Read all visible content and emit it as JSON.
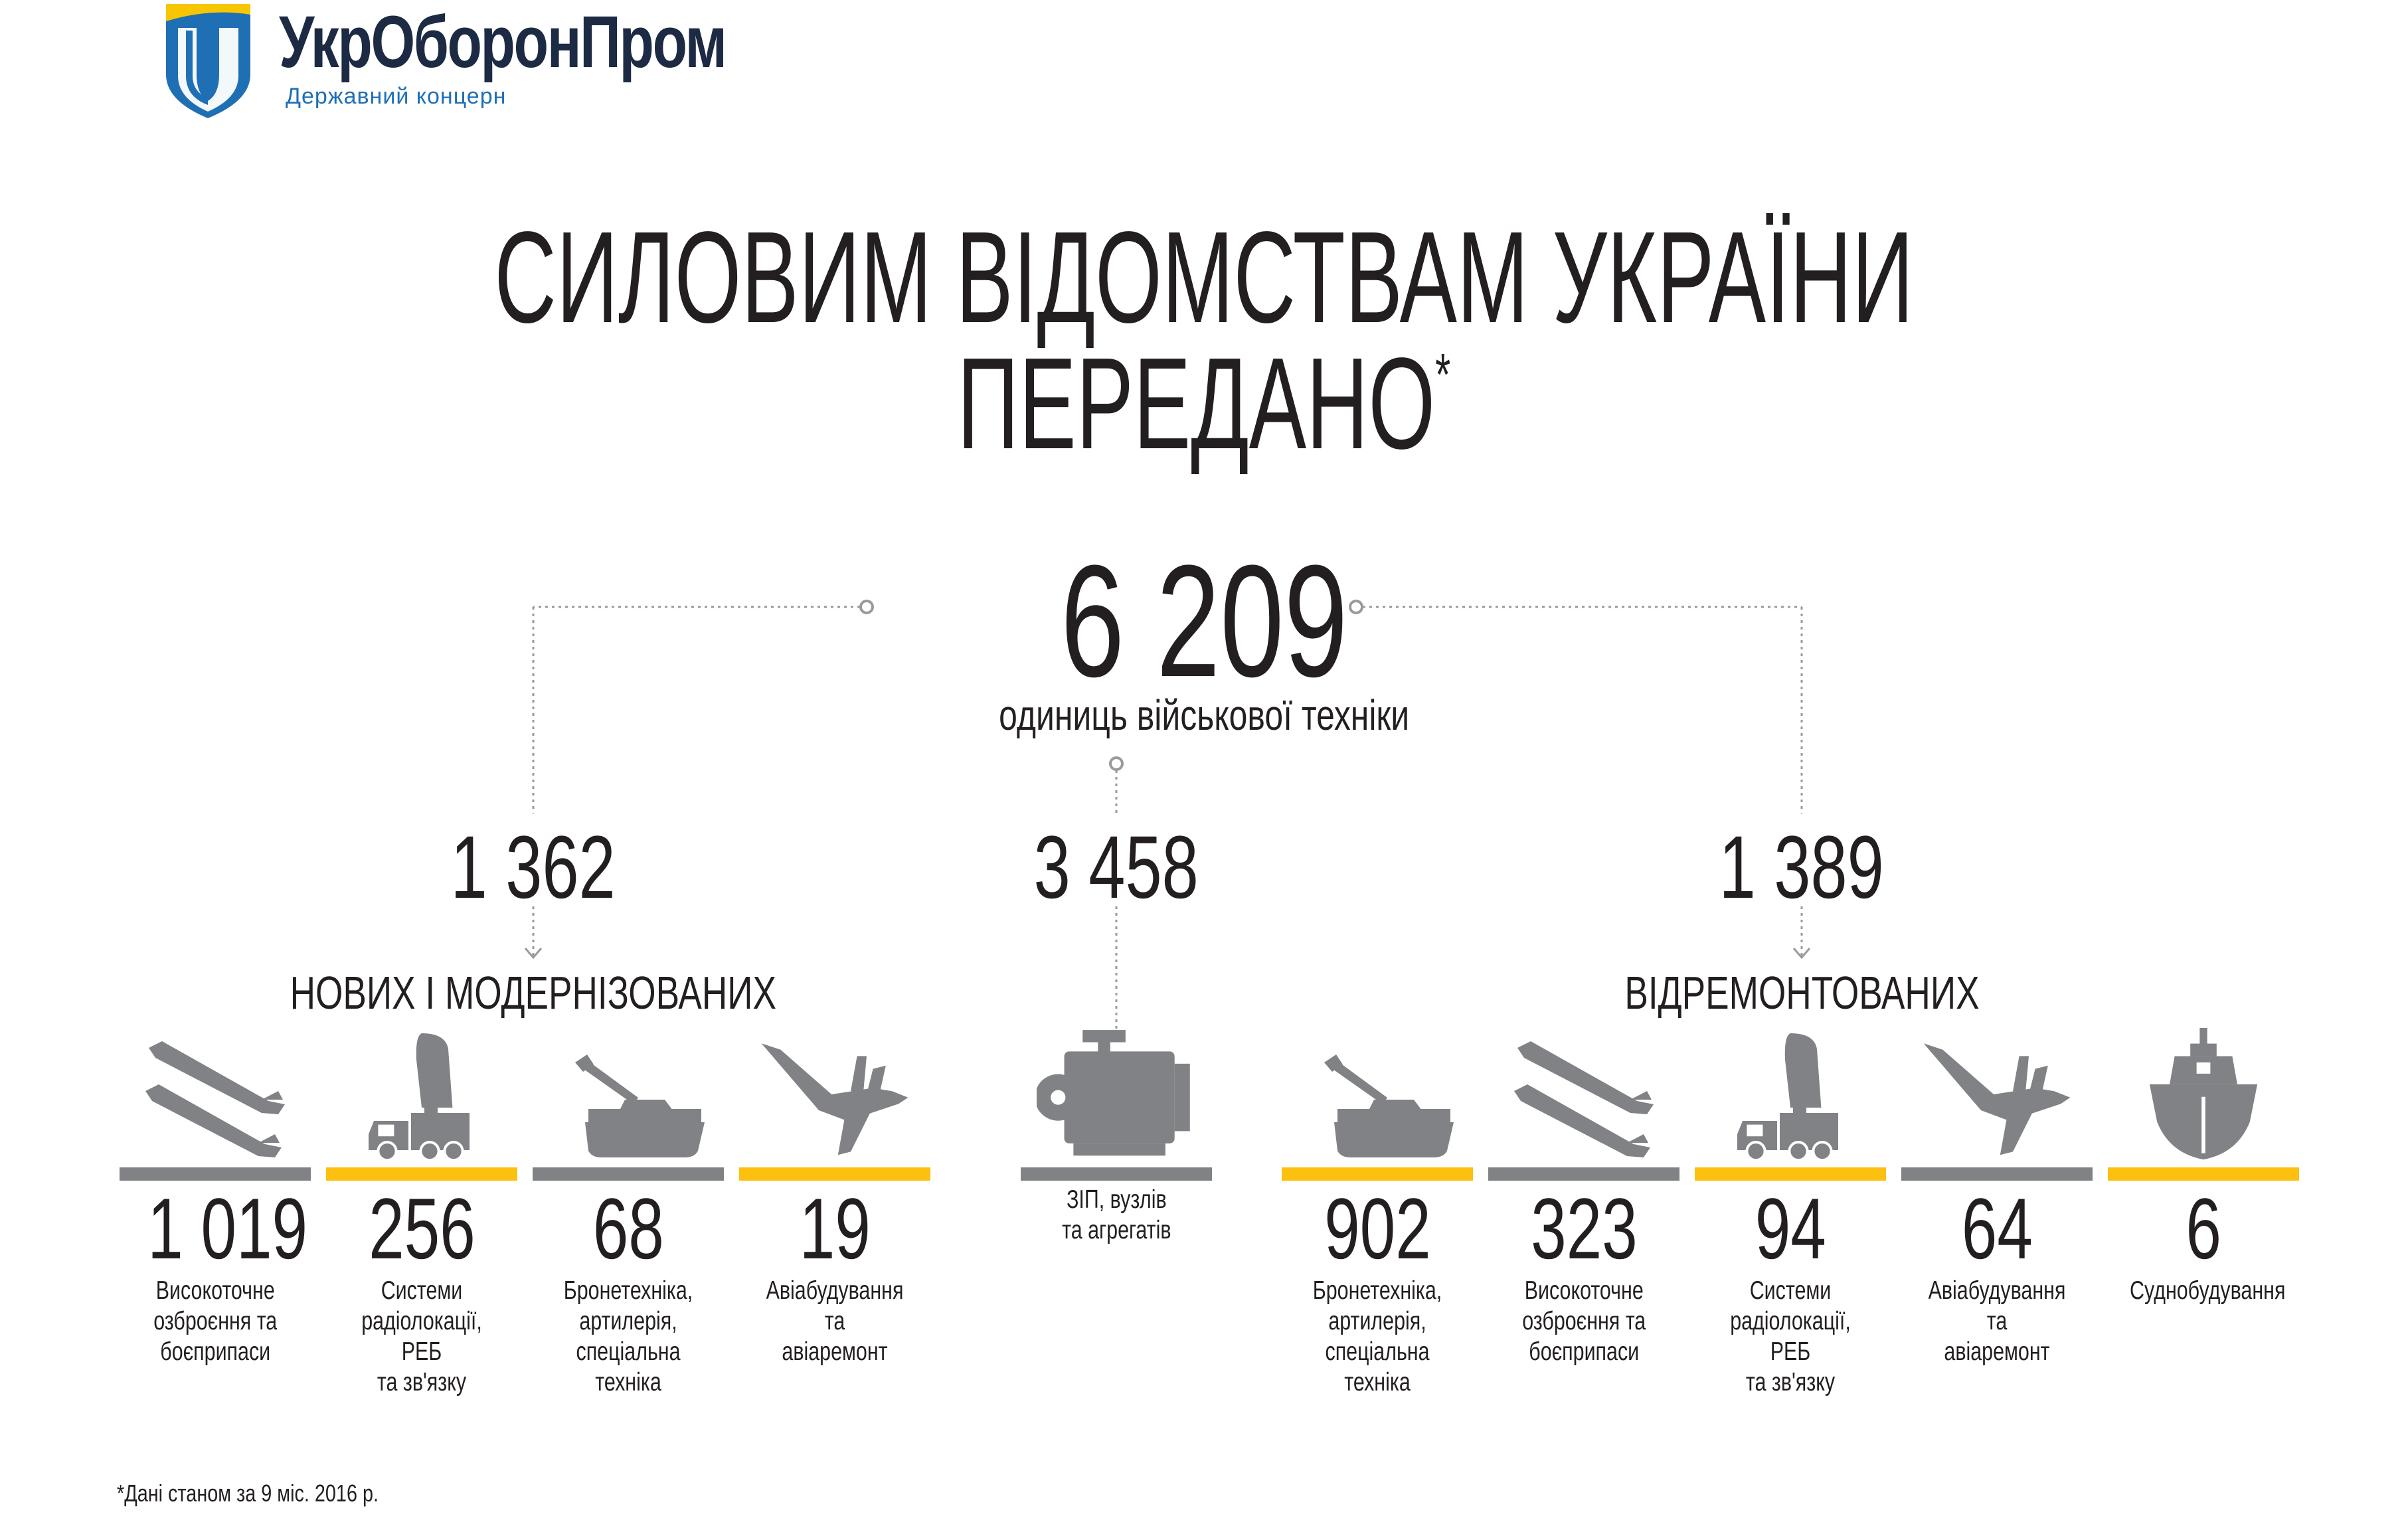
{
  "header": {
    "brand_name": "УкрОборонПром",
    "brand_sub": "Державний концерн"
  },
  "title": {
    "line1": "СИЛОВИМ ВІДОМСТВАМ УКРАЇНИ",
    "line2": "ПЕРЕДАНО",
    "asterisk": "*"
  },
  "total": {
    "value": "6 209",
    "label": "одиниць військової техніки"
  },
  "groups": [
    {
      "value": "1 362",
      "label": "НОВИХ І МОДЕРНІЗОВАНИХ"
    },
    {
      "value": "3 458"
    },
    {
      "value": "1 389",
      "label": "ВІДРЕМОНТОВАНИХ"
    }
  ],
  "items": [
    {
      "value": "1 019",
      "desc": "Високоточне\nозброєння та\nбоєприпаси",
      "icon": "missiles-icon",
      "bar": "gray"
    },
    {
      "value": "256",
      "desc": "Системи\nрадіолокації, РЕБ\nта зв'язку",
      "icon": "radar-truck-icon",
      "bar": "yellow"
    },
    {
      "value": "68",
      "desc": "Бронетехніка,\nартилерія,\nспеціальна техніка",
      "icon": "tank-icon",
      "bar": "gray"
    },
    {
      "value": "19",
      "desc": "Авіабудування та\nавіаремонт",
      "icon": "jet-icon",
      "bar": "yellow"
    },
    {
      "value": "",
      "desc": "ЗІП, вузлів\nта агрегатів",
      "icon": "engine-icon",
      "bar": "gray"
    },
    {
      "value": "902",
      "desc": "Бронетехніка,\nартилерія,\nспеціальна техніка",
      "icon": "tank-icon",
      "bar": "yellow"
    },
    {
      "value": "323",
      "desc": "Високоточне\nозброєння та\nбоєприпаси",
      "icon": "missiles-icon",
      "bar": "gray"
    },
    {
      "value": "94",
      "desc": "Системи\nрадіолокації, РЕБ\nта зв'язку",
      "icon": "radar-truck-icon",
      "bar": "yellow"
    },
    {
      "value": "64",
      "desc": "Авіабудування та\nавіаремонт",
      "icon": "jet-icon",
      "bar": "gray"
    },
    {
      "value": "6",
      "desc": "Суднобудування",
      "icon": "ship-icon",
      "bar": "yellow"
    }
  ],
  "footnote": "*Дані станом за 9 міс. 2016 р.",
  "colors": {
    "gray": "#808285",
    "yellow": "#fdc010",
    "icon": "#808285",
    "dots": "#9a9a9a",
    "brand_blue": "#1f6fb5",
    "brand_yellow": "#f7c600"
  }
}
